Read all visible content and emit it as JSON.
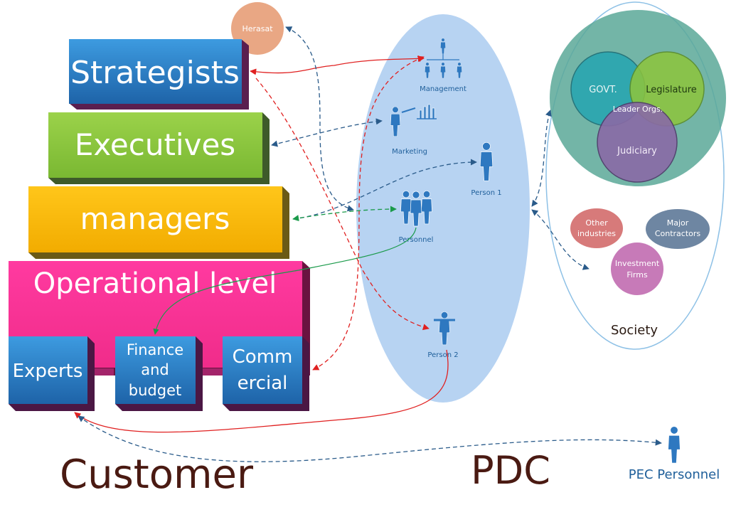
{
  "hierarchy": {
    "strategists": "Strategists",
    "executives": "Executives",
    "managers": "managers",
    "operational": "Operational level",
    "experts": "Experts",
    "finance_lines": [
      "Finance",
      "and",
      "budget"
    ],
    "commercial_lines": [
      "Comm",
      "ercial"
    ]
  },
  "herasat": "Herasat",
  "pdc": {
    "management": "Management",
    "marketing": "Marketing",
    "person1": "Person 1",
    "personnel": "Personnel",
    "person2": "Person 2"
  },
  "society": {
    "govt": "GOVT.",
    "legislature": "Legislature",
    "leader_orgs": "Leader Orgs.",
    "judiciary": "Judiciary",
    "other_industries_lines": [
      "Other",
      "industries"
    ],
    "major_contractors_lines": [
      "Major",
      "Contractors"
    ],
    "investment_firms_lines": [
      "Investment",
      "Firms"
    ],
    "society_label": "Society"
  },
  "bottom": {
    "customer": "Customer",
    "pdc": "PDC",
    "pec_personnel": "PEC Personnel"
  },
  "colors": {
    "strategists": "#2a7fc4",
    "executives": "#8dc63f",
    "managers": "#fbbc05",
    "operational": "#ff3399",
    "sub_boxes": "#2a7fc4",
    "pdc_ellipse": "#b7d3f2",
    "society_circle": "#5aa898",
    "govt": "#29a6b0",
    "legislature": "#8ec53b",
    "judiciary": "#8a6aa6",
    "herasat": "#e9a784",
    "dark_red_text": "#4a1a12",
    "arrow_red": "#e02020",
    "arrow_blue": "#2a5b8a",
    "arrow_green": "#1a9a4a",
    "person_icon": "#2e78c0"
  }
}
